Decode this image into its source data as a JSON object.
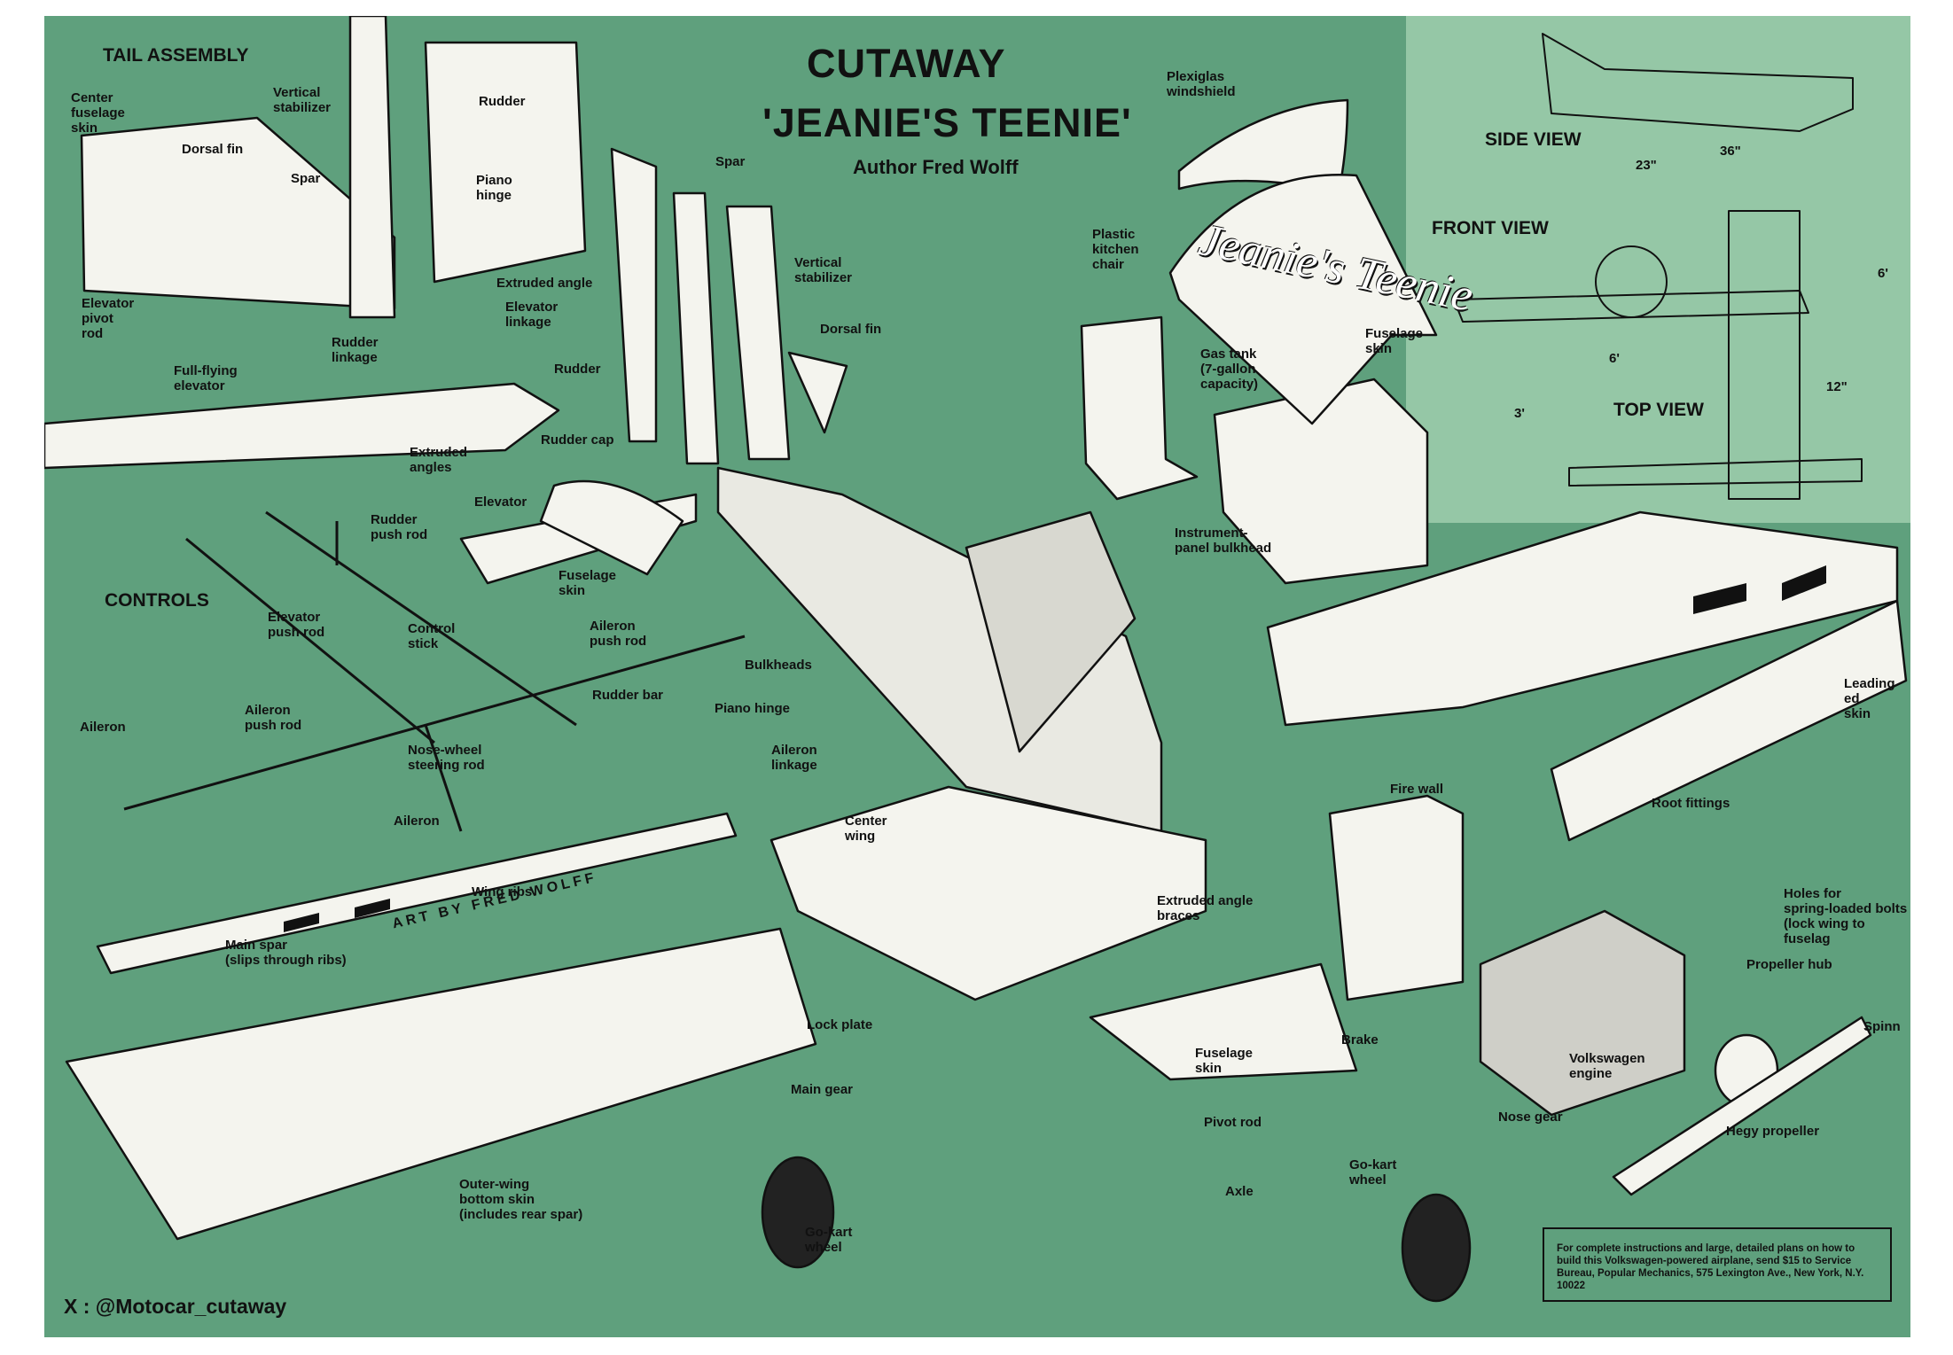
{
  "title": "CUTAWAY",
  "subtitle": "'JEANIE'S TEENIE'",
  "author": "Author Fred Wolff",
  "credit": "X : @Motocar_cutaway",
  "artist_signature": "ART BY FRED WOLFF",
  "logo_script": "Jeanie's Teenie",
  "note": "For complete instructions and large, detailed plans on how to build this Volkswagen-powered airplane, send $15 to Service Bureau, Popular Mechanics, 575 Lexington Ave., New York, N.Y. 10022",
  "headings": {
    "tail_assembly": "TAIL ASSEMBLY",
    "controls": "CONTROLS",
    "side_view": "SIDE VIEW",
    "front_view": "FRONT VIEW",
    "top_view": "TOP VIEW"
  },
  "dimensions": {
    "d23": "23\"",
    "d36": "36\"",
    "d6ft_a": "6'",
    "d6ft_b": "6'",
    "d12": "12\"",
    "d3ft": "3'"
  },
  "labels": {
    "center_fuselage_skin": "Center\nfuselage\nskin",
    "vertical_stabilizer_tail": "Vertical\nstabilizer",
    "rudder_tail": "Rudder",
    "dorsal_fin_tail": "Dorsal fin",
    "spar_tail": "Spar",
    "piano_hinge_tail": "Piano\nhinge",
    "extruded_angle": "Extruded angle",
    "elevator_linkage": "Elevator\nlinkage",
    "elevator_pivot_rod": "Elevator\npivot\nrod",
    "rudder_linkage": "Rudder\nlinkage",
    "full_flying_elevator": "Full-flying\nelevator",
    "extruded_angles": "Extruded\nangles",
    "spar_mid": "Spar",
    "vertical_stabilizer_mid": "Vertical\nstabilizer",
    "dorsal_fin_mid": "Dorsal fin",
    "rudder_mid": "Rudder",
    "rudder_cap": "Rudder cap",
    "elevator": "Elevator",
    "fuselage_skin_rear": "Fuselage\nskin",
    "rudder_push_rod": "Rudder\npush rod",
    "elevator_push_rod": "Elevator\npush rod",
    "control_stick": "Control\nstick",
    "aileron_push_rod_upper": "Aileron\npush rod",
    "rudder_bar": "Rudder bar",
    "aileron_push_rod_lower": "Aileron\npush rod",
    "aileron_left": "Aileron",
    "nose_wheel_steering_rod": "Nose-wheel\nsteering rod",
    "piano_hinge_wing": "Piano hinge",
    "aileron_linkage": "Aileron\nlinkage",
    "bulkheads": "Bulkheads",
    "aileron_wing": "Aileron",
    "center_wing": "Center\nwing",
    "wing_ribs": "Wing ribs",
    "main_spar": "Main spar\n(slips through ribs)",
    "lock_plate": "Lock plate",
    "main_gear": "Main gear",
    "outer_wing_bottom_skin": "Outer-wing\nbottom skin\n(includes rear spar)",
    "go_kart_wheel_left": "Go-kart\nwheel",
    "plexiglas_windshield": "Plexiglas\nwindshield",
    "plastic_kitchen_chair": "Plastic\nkitchen\nchair",
    "gas_tank": "Gas tank\n(7-gallon\ncapacity)",
    "fuselage_skin_front": "Fuselage\nskin",
    "instrument_panel_bulkhead": "Instrument-\npanel bulkhead",
    "fire_wall": "Fire wall",
    "extruded_angle_braces": "Extruded angle\nbraces",
    "fuselage_skin_lower": "Fuselage\nskin",
    "brake": "Brake",
    "pivot_rod": "Pivot rod",
    "axle": "Axle",
    "go_kart_wheel_right": "Go-kart\nwheel",
    "nose_gear": "Nose gear",
    "volkswagen_engine": "Volkswagen\nengine",
    "propeller_hub": "Propeller hub",
    "hegy_propeller": "Hegy propeller",
    "spinner": "Spinn",
    "root_fittings": "Root fittings",
    "holes_spring_bolts": "Holes for\nspring-loaded bolts\n(lock wing to fuselag",
    "leading_edge_skin": "Leading ed\nskin"
  },
  "colors": {
    "background": "#5fa07d",
    "views_panel": "#95c7a6",
    "ink": "#111111",
    "paper": "#f4f4ee"
  }
}
